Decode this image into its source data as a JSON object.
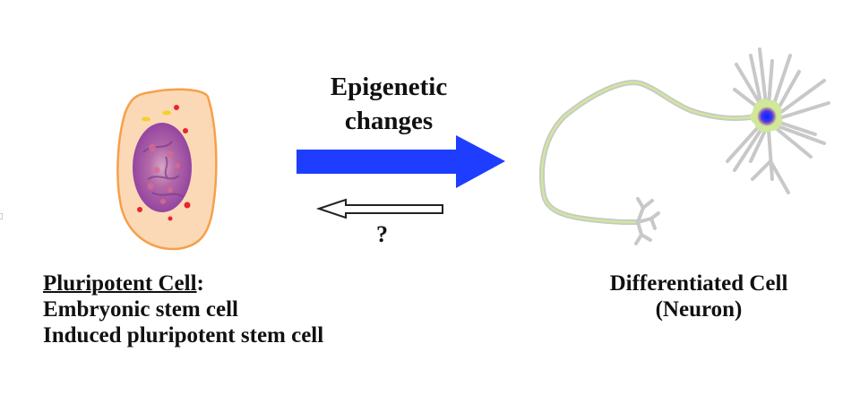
{
  "diagram": {
    "title": "Epigenetic changes",
    "forward_arrow": {
      "label_line1": "Epigenetic",
      "label_line2": "changes",
      "color": "#1f3dff"
    },
    "reverse_arrow": {
      "label": "?",
      "color": "#ffffff",
      "stroke": "#222222"
    },
    "source_cell": {
      "icon": "pluripotent-cell-icon",
      "heading": "Pluripotent Cell",
      "heading_suffix": ":",
      "examples": [
        "Embryonic stem cell",
        "Induced pluripotent stem cell"
      ],
      "cytoplasm_color": "#fcd9b6",
      "membrane_color": "#f5a04a",
      "nucleus_color": "#9b4aa8"
    },
    "target_cell": {
      "icon": "neuron-icon",
      "heading": "Differentiated Cell",
      "subheading": "(Neuron)",
      "body_color": "#cfe89a",
      "dendrite_color": "#c8c8c8",
      "nucleus_color": "#2a2aff"
    }
  }
}
